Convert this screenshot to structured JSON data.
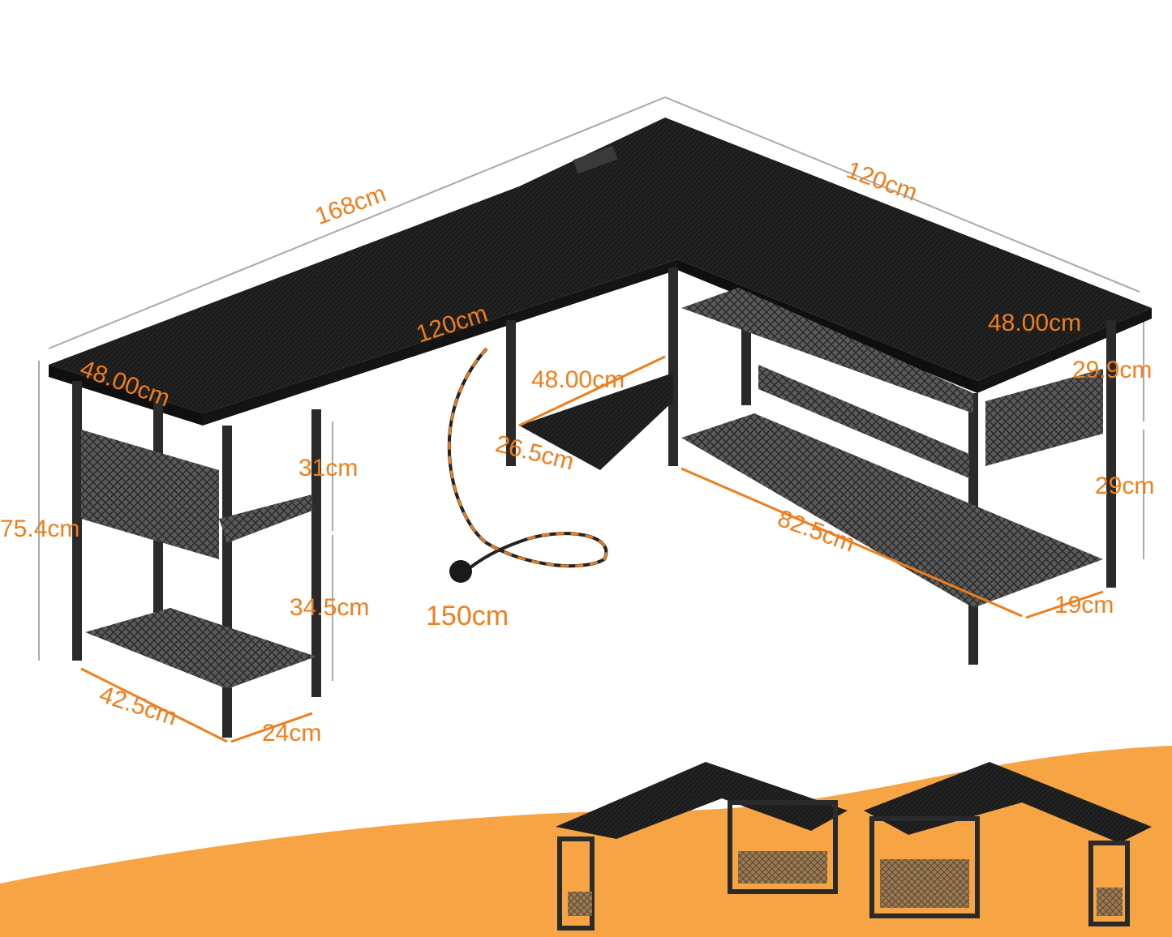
{
  "colors": {
    "accent": "#f07d1c",
    "desk_top": "#1b1b1b",
    "frame": "#2a2a2a",
    "dimension_line": "#a9a9a9",
    "background": "#ffffff",
    "banner": "#f7a444"
  },
  "dimensions": {
    "total_length": "168cm",
    "return_length": "120cm",
    "main_top_length": "120cm",
    "main_depth": "48.00cm",
    "return_depth": "48.00cm",
    "cpu_stand_width": "48.00cm",
    "cpu_stand_depth": "26.5cm",
    "height": "75.4cm",
    "left_shelf_gap_upper": "31cm",
    "left_shelf_gap_lower": "34.5cm",
    "left_shelf_width": "42.5cm",
    "left_shelf_depth": "24cm",
    "cable_length": "150cm",
    "basket_height": "29.9cm",
    "right_shelf_gap": "29cm",
    "right_shelf_length": "82.5cm",
    "right_shelf_depth": "19cm"
  },
  "icons": {
    "power_strip": "power-outlet-icon",
    "plug": "plug-icon"
  }
}
